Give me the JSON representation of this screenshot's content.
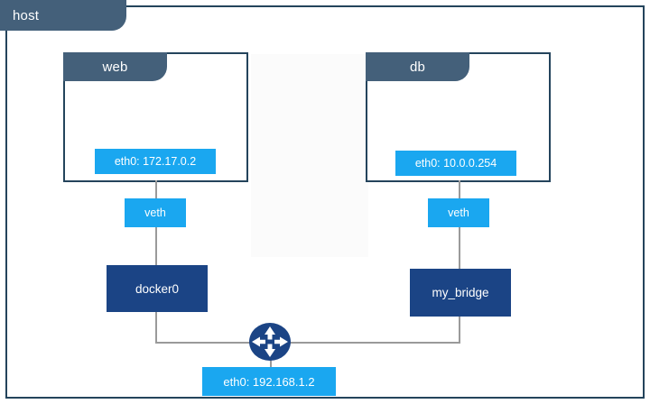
{
  "diagram": {
    "title": "host",
    "host": {
      "label": "host"
    },
    "containers": [
      {
        "name": "web",
        "label": "web",
        "interface": "eth0: 172.17.0.2"
      },
      {
        "name": "db",
        "label": "db",
        "interface": "eth0: 10.0.0.254"
      }
    ],
    "veths": [
      {
        "label": "veth"
      },
      {
        "label": "veth"
      }
    ],
    "bridges": [
      {
        "label": "docker0"
      },
      {
        "label": "my_bridge"
      }
    ],
    "router": {
      "icon": "router-icon"
    },
    "host_interface": {
      "label": "eth0: 192.168.1.2"
    },
    "colors": {
      "host_border": "#24445c",
      "tab_fill": "#44607a",
      "chip_fill": "#1aa7f0",
      "bridge_fill": "#1b4485",
      "router_fill": "#1b4485",
      "line": "#9a9a9a",
      "background": "#ffffff"
    }
  }
}
